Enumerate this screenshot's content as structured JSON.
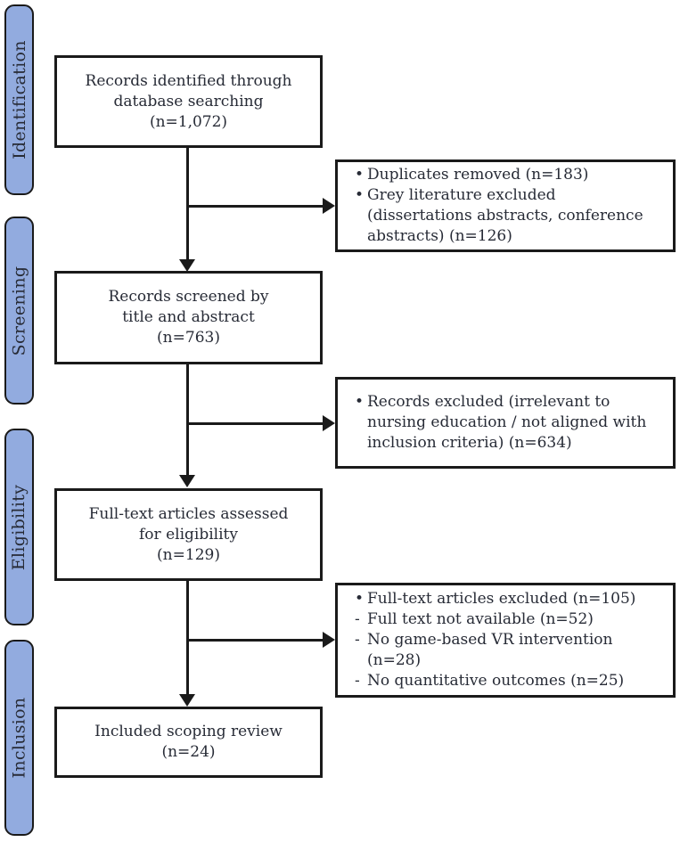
{
  "stages": [
    {
      "label": "Identification"
    },
    {
      "label": "Screening"
    },
    {
      "label": "Eligibility"
    },
    {
      "label": "Inclusion"
    }
  ],
  "flow_boxes": [
    {
      "lines": [
        "Records identified through",
        "database searching",
        "(n=1,072)"
      ]
    },
    {
      "lines": [
        "Records screened by",
        "title and abstract",
        "(n=763)"
      ]
    },
    {
      "lines": [
        "Full-text articles assessed",
        "for eligibility",
        "(n=129)"
      ]
    },
    {
      "lines": [
        "Included scoping review",
        "(n=24)"
      ]
    }
  ],
  "exclusion_boxes": [
    {
      "items": [
        {
          "marker": "•",
          "text": "Duplicates removed (n=183)"
        },
        {
          "marker": "•",
          "text": "Grey literature excluded (dissertations abstracts, conference abstracts) (n=126)"
        }
      ]
    },
    {
      "items": [
        {
          "marker": "•",
          "text": "Records excluded (irrelevant to nursing education / not aligned with inclusion criteria) (n=634)"
        }
      ]
    },
    {
      "items": [
        {
          "marker": "•",
          "text": "Full-text articles excluded (n=105)"
        },
        {
          "marker": "-",
          "text": "Full text not available (n=52)"
        },
        {
          "marker": "-",
          "text": "No game-based VR intervention (n=28)"
        },
        {
          "marker": "-",
          "text": "No quantitative outcomes (n=25)"
        }
      ]
    }
  ],
  "colors": {
    "stage_fill": "#92abdf",
    "stage_border": "#1a1a1a",
    "box_border": "#1a1a1a",
    "text": "#272b36",
    "arrow": "#1a1a1a",
    "background": "#ffffff"
  }
}
